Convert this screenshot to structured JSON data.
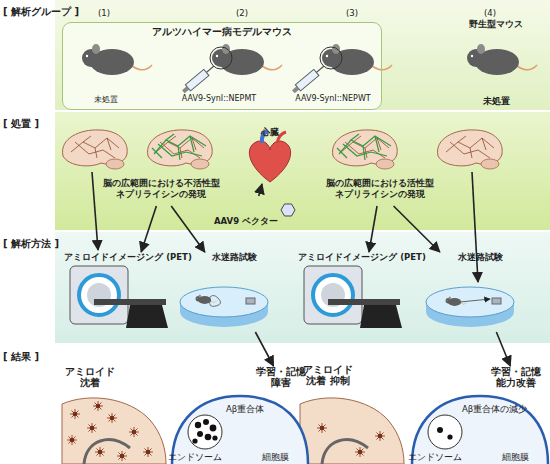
{
  "diagram": {
    "nodes": [
      {
        "text": [
          "[ 解析グループ ]"
        ]
      },
      {
        "text": [
          "アルツハイマー病モデルマウス"
        ],
        "in": 0
      },
      {
        "text": [
          "未処置"
        ],
        "in": 1
      },
      {
        "text": [
          "AAV9-SynI::NEPMT"
        ],
        "in": 1
      },
      {
        "text": [
          "AAV9-SynI::NEPWT"
        ],
        "in": 1
      },
      {
        "text": [
          "野生型マウス",
          "未処置"
        ],
        "in": 0
      },
      {
        "text": [
          "[ 処置 ]"
        ]
      },
      {
        "text": [
          "脳の広範囲における不活性型ネプリライシンの発現"
        ],
        "in": 6
      },
      {
        "text": [
          "心臓"
        ],
        "in": 6
      },
      {
        "text": [
          "AAV9 ベクター"
        ],
        "in": 6
      },
      {
        "text": [
          "脳の広範囲における活性型ネプリライシンの発現"
        ],
        "in": 6
      },
      {
        "text": [
          "[ 解析方法 ]"
        ]
      },
      {
        "text": [
          "アミロイドイメージング (PET)"
        ],
        "in": 11
      },
      {
        "text": [
          "水迷路試験"
        ],
        "in": 11
      },
      {
        "text": [
          "アミロイドイメージング (PET)"
        ],
        "in": 11
      },
      {
        "text": [
          "水迷路試験"
        ],
        "in": 11
      },
      {
        "text": [
          "[ 結果 ]"
        ]
      },
      {
        "text": [
          "アミロイド 沈着"
        ],
        "in": 16
      },
      {
        "text": [
          "学習・記憶 障害"
        ],
        "in": 16
      },
      {
        "text": [
          "アミロイド 沈着 抑制"
        ],
        "in": 16
      },
      {
        "text": [
          "学習・記憶 能力改善"
        ],
        "in": 16
      }
    ],
    "edges": [
      {
        "from": 9,
        "to": 8,
        "arrow": "to"
      },
      {
        "from": 7,
        "to": 12,
        "arrow": "to"
      },
      {
        "from": 7,
        "to": 13,
        "arrow": "to"
      },
      {
        "from": 10,
        "to": 14,
        "arrow": "to"
      },
      {
        "from": 10,
        "to": 15,
        "arrow": "to"
      },
      {
        "from": 13,
        "to": 18,
        "arrow": "to"
      },
      {
        "from": 15,
        "to": 20,
        "arrow": "to"
      }
    ],
    "labels": [
      "(1)",
      "(2)",
      "(3)",
      "(4)",
      "Aβ重合体",
      "エンドソーム",
      "細胞膜",
      "Aβ重合体の減少",
      "エンドソーム",
      "細胞膜"
    ]
  }
}
